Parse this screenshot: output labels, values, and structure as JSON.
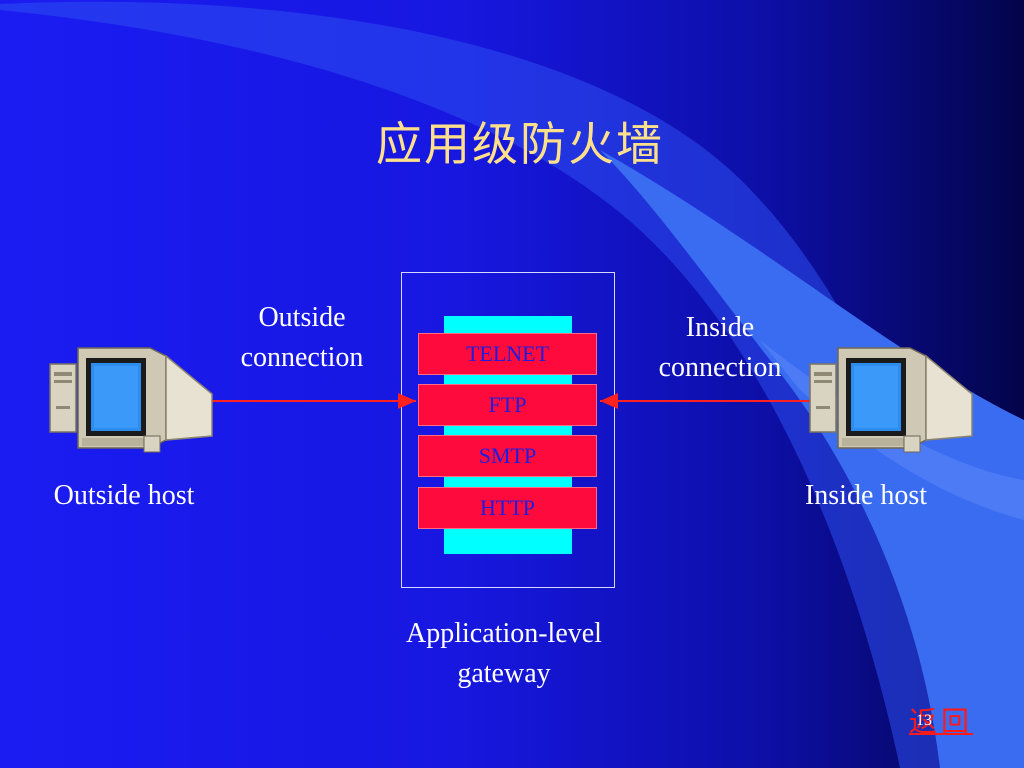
{
  "slide": {
    "title": "应用级防火墙",
    "outside_connection": "Outside\nconnection",
    "inside_connection": "Inside\nconnection",
    "outside_host": "Outside host",
    "inside_host": "Inside host",
    "gateway_label": "Application-level\ngateway",
    "protocols": [
      "TELNET",
      "FTP",
      "SMTP",
      "HTTP"
    ],
    "back_link": "返回",
    "page_number": "13"
  },
  "colors": {
    "title": "#ffe08a",
    "protocol_box": "#ff0a3c",
    "protocol_text": "#1b1ee0",
    "gateway_bar": "#00ffff",
    "connection_line": "#ff2020",
    "back_link": "#ff1a1a"
  },
  "icons": [
    "desktop-computer-icon"
  ]
}
